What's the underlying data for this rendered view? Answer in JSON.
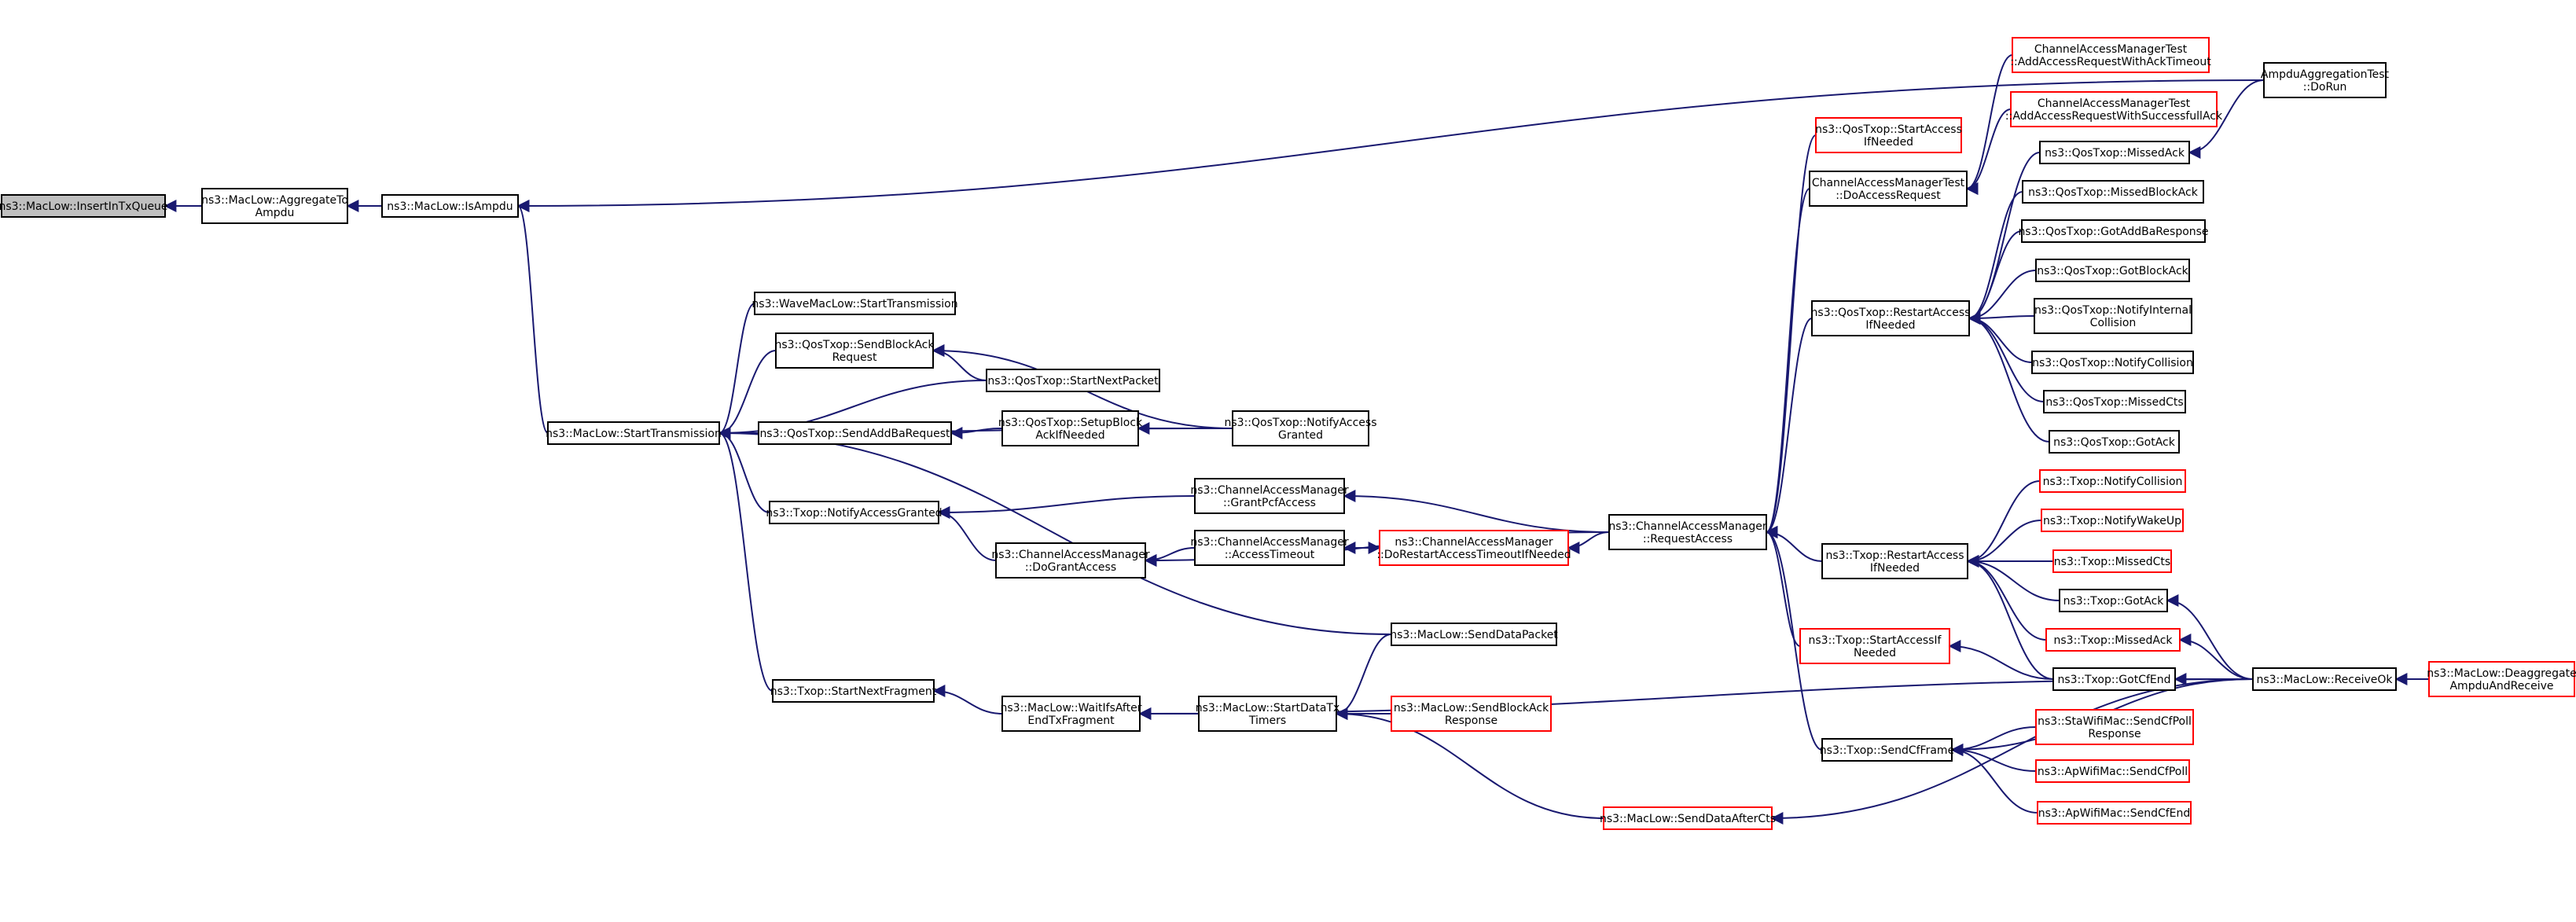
{
  "colors": {
    "edge": "#191970",
    "node_border": "#000000",
    "node_border_incomplete": "#ff0000",
    "focus_fill": "#bfbfbf",
    "node_fill": "#ffffff"
  },
  "nodes": [
    {
      "id": "n0",
      "lines": [
        "ns3::MacLow::InsertInTxQueue"
      ],
      "style": "focus"
    },
    {
      "id": "n1",
      "lines": [
        "ns3::MacLow::AggregateTo",
        "Ampdu"
      ],
      "style": "normal"
    },
    {
      "id": "n2",
      "lines": [
        "ns3::MacLow::IsAmpdu"
      ],
      "style": "normal"
    },
    {
      "id": "n3",
      "lines": [
        "AmpduAggregationTest",
        "::DoRun"
      ],
      "style": "normal"
    },
    {
      "id": "n4",
      "lines": [
        "ns3::MacLow::StartTransmission"
      ],
      "style": "normal"
    },
    {
      "id": "n5",
      "lines": [
        "ns3::WaveMacLow::StartTransmission"
      ],
      "style": "normal"
    },
    {
      "id": "n6",
      "lines": [
        "ns3::QosTxop::SendBlockAck",
        "Request"
      ],
      "style": "normal"
    },
    {
      "id": "n7",
      "lines": [
        "ns3::QosTxop::StartNextPacket"
      ],
      "style": "normal"
    },
    {
      "id": "n8",
      "lines": [
        "ns3::QosTxop::SendAddBaRequest"
      ],
      "style": "normal"
    },
    {
      "id": "n9",
      "lines": [
        "ns3::QosTxop::SetupBlock",
        "AckIfNeeded"
      ],
      "style": "normal"
    },
    {
      "id": "n10",
      "lines": [
        "ns3::QosTxop::NotifyAccess",
        "Granted"
      ],
      "style": "normal"
    },
    {
      "id": "n11",
      "lines": [
        "ns3::Txop::NotifyAccessGranted"
      ],
      "style": "normal"
    },
    {
      "id": "n12",
      "lines": [
        "ns3::ChannelAccessManager",
        "::GrantPcfAccess"
      ],
      "style": "normal"
    },
    {
      "id": "n13",
      "lines": [
        "ns3::ChannelAccessManager",
        "::DoGrantAccess"
      ],
      "style": "normal"
    },
    {
      "id": "n14",
      "lines": [
        "ns3::ChannelAccessManager",
        "::AccessTimeout"
      ],
      "style": "normal"
    },
    {
      "id": "n15",
      "lines": [
        "ns3::ChannelAccessManager",
        "::DoRestartAccessTimeoutIfNeeded"
      ],
      "style": "incomplete"
    },
    {
      "id": "n16",
      "lines": [
        "ns3::ChannelAccessManager",
        "::RequestAccess"
      ],
      "style": "normal"
    },
    {
      "id": "n17",
      "lines": [
        "ns3::MacLow::SendDataPacket"
      ],
      "style": "normal"
    },
    {
      "id": "n18",
      "lines": [
        "ns3::Txop::StartNextFragment"
      ],
      "style": "normal"
    },
    {
      "id": "n19",
      "lines": [
        "ns3::MacLow::WaitIfsAfter",
        "EndTxFragment"
      ],
      "style": "normal"
    },
    {
      "id": "n20",
      "lines": [
        "ns3::MacLow::StartDataTx",
        "Timers"
      ],
      "style": "normal"
    },
    {
      "id": "n21",
      "lines": [
        "ns3::MacLow::SendBlockAck",
        "Response"
      ],
      "style": "incomplete"
    },
    {
      "id": "n22",
      "lines": [
        "ns3::MacLow::SendDataAfterCts"
      ],
      "style": "incomplete"
    },
    {
      "id": "n23",
      "lines": [
        "ns3::QosTxop::StartAccess",
        "IfNeeded"
      ],
      "style": "incomplete"
    },
    {
      "id": "n24",
      "lines": [
        "ChannelAccessManagerTest",
        "::DoAccessRequest"
      ],
      "style": "normal"
    },
    {
      "id": "n25",
      "lines": [
        "ChannelAccessManagerTest",
        "::AddAccessRequestWithAckTimeout"
      ],
      "style": "incomplete"
    },
    {
      "id": "n26",
      "lines": [
        "ChannelAccessManagerTest",
        "::AddAccessRequestWithSuccessfullAck"
      ],
      "style": "incomplete"
    },
    {
      "id": "n27",
      "lines": [
        "ns3::QosTxop::RestartAccess",
        "IfNeeded"
      ],
      "style": "normal"
    },
    {
      "id": "n28",
      "lines": [
        "ns3::QosTxop::MissedAck"
      ],
      "style": "normal"
    },
    {
      "id": "n29",
      "lines": [
        "ns3::QosTxop::MissedBlockAck"
      ],
      "style": "normal"
    },
    {
      "id": "n30",
      "lines": [
        "ns3::QosTxop::GotAddBaResponse"
      ],
      "style": "normal"
    },
    {
      "id": "n31",
      "lines": [
        "ns3::QosTxop::GotBlockAck"
      ],
      "style": "normal"
    },
    {
      "id": "n32",
      "lines": [
        "ns3::QosTxop::NotifyInternal",
        "Collision"
      ],
      "style": "normal"
    },
    {
      "id": "n33",
      "lines": [
        "ns3::QosTxop::NotifyCollision"
      ],
      "style": "normal"
    },
    {
      "id": "n34",
      "lines": [
        "ns3::QosTxop::MissedCts"
      ],
      "style": "normal"
    },
    {
      "id": "n35",
      "lines": [
        "ns3::QosTxop::GotAck"
      ],
      "style": "normal"
    },
    {
      "id": "n36",
      "lines": [
        "ns3::Txop::RestartAccess",
        "IfNeeded"
      ],
      "style": "normal"
    },
    {
      "id": "n37",
      "lines": [
        "ns3::Txop::NotifyCollision"
      ],
      "style": "incomplete"
    },
    {
      "id": "n38",
      "lines": [
        "ns3::Txop::NotifyWakeUp"
      ],
      "style": "incomplete"
    },
    {
      "id": "n39",
      "lines": [
        "ns3::Txop::MissedCts"
      ],
      "style": "incomplete"
    },
    {
      "id": "n40",
      "lines": [
        "ns3::Txop::GotAck"
      ],
      "style": "normal"
    },
    {
      "id": "n41",
      "lines": [
        "ns3::Txop::MissedAck"
      ],
      "style": "incomplete"
    },
    {
      "id": "n42",
      "lines": [
        "ns3::Txop::GotCfEnd"
      ],
      "style": "normal"
    },
    {
      "id": "n43",
      "lines": [
        "ns3::Txop::StartAccessIf",
        "Needed"
      ],
      "style": "incomplete"
    },
    {
      "id": "n44",
      "lines": [
        "ns3::Txop::SendCfFrame"
      ],
      "style": "normal"
    },
    {
      "id": "n45",
      "lines": [
        "ns3::StaWifiMac::SendCfPoll",
        "Response"
      ],
      "style": "incomplete"
    },
    {
      "id": "n46",
      "lines": [
        "ns3::ApWifiMac::SendCfPoll"
      ],
      "style": "incomplete"
    },
    {
      "id": "n47",
      "lines": [
        "ns3::ApWifiMac::SendCfEnd"
      ],
      "style": "incomplete"
    },
    {
      "id": "n48",
      "lines": [
        "ns3::MacLow::ReceiveOk"
      ],
      "style": "normal"
    },
    {
      "id": "n49",
      "lines": [
        "ns3::MacLow::Deaggregate",
        "AmpduAndReceive"
      ],
      "style": "incomplete"
    }
  ]
}
